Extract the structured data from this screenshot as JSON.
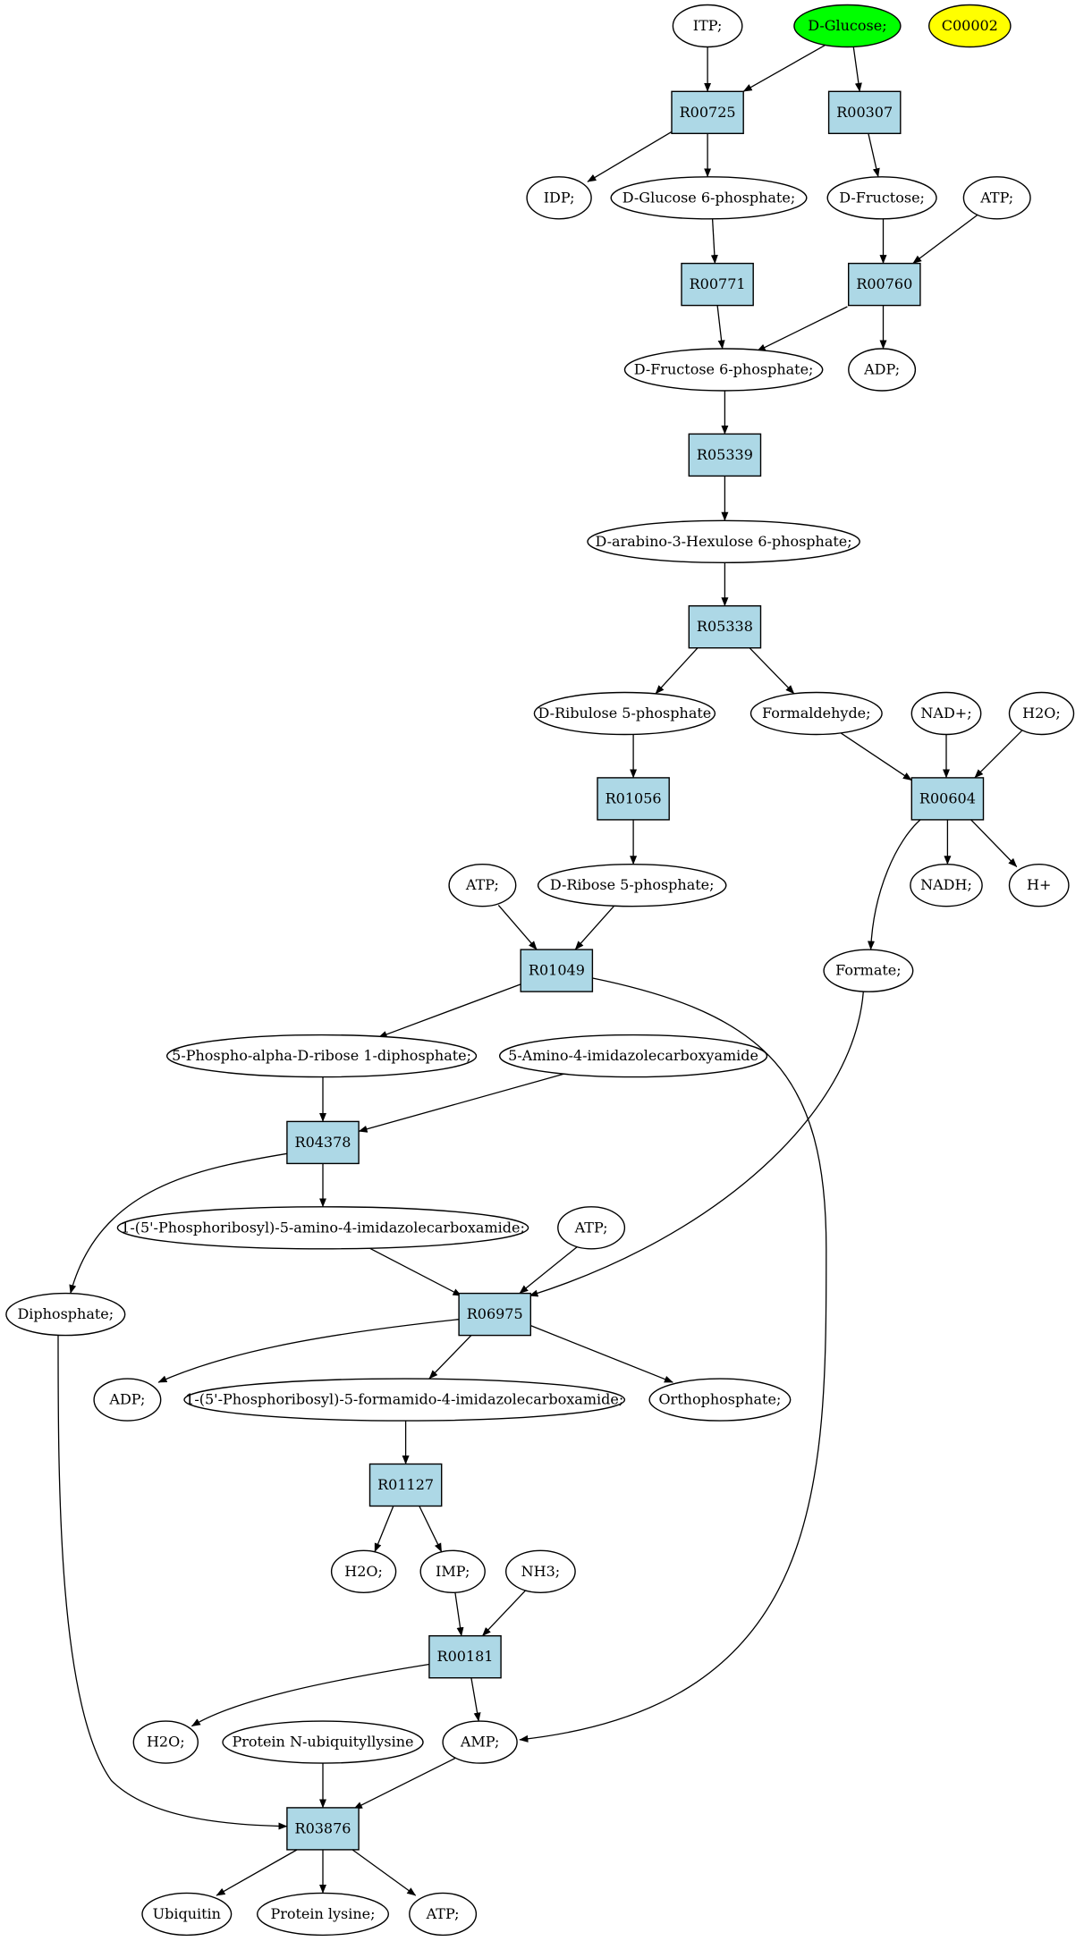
{
  "diagram": {
    "compounds": {
      "itp": "ITP;",
      "glucose": "D-Glucose;",
      "c00002": "C00002",
      "idp": "IDP;",
      "g6p": "D-Glucose 6-phosphate;",
      "fructose": "D-Fructose;",
      "atp1": "ATP;",
      "f6p": "D-Fructose 6-phosphate;",
      "adp1": "ADP;",
      "hexulose": "D-arabino-3-Hexulose 6-phosphate;",
      "ribulose": "D-Ribulose 5-phosphate",
      "formaldehyde": "Formaldehyde;",
      "nad": "NAD+;",
      "h2o1": "H2O;",
      "atp2": "ATP;",
      "ribose5p": "D-Ribose 5-phosphate;",
      "nadh": "NADH;",
      "hplus": "H+",
      "formate": "Formate;",
      "prpp": "5-Phospho-alpha-D-ribose 1-diphosphate;",
      "aica": "5-Amino-4-imidazolecarboxyamide",
      "aicar": "1-(5'-Phosphoribosyl)-5-amino-4-imidazolecarboxamide;",
      "atp3": "ATP;",
      "diphosphate": "Diphosphate;",
      "adp2": "ADP;",
      "faicar": "1-(5'-Phosphoribosyl)-5-formamido-4-imidazolecarboxamide;",
      "orthophosphate": "Orthophosphate;",
      "h2o2": "H2O;",
      "imp": "IMP;",
      "nh3": "NH3;",
      "h2o3": "H2O;",
      "ubiquityllysine": "Protein N-ubiquityllysine",
      "amp": "AMP;",
      "ubiquitin": "Ubiquitin",
      "lysine": "Protein lysine;",
      "atp4": "ATP;"
    },
    "reactions": {
      "R00725": "R00725",
      "R00307": "R00307",
      "R00771": "R00771",
      "R00760": "R00760",
      "R05339": "R05339",
      "R05338": "R05338",
      "R01056": "R01056",
      "R00604": "R00604",
      "R01049": "R01049",
      "R04378": "R04378",
      "R06975": "R06975",
      "R01127": "R01127",
      "R00181": "R00181",
      "R03876": "R03876"
    },
    "colors": {
      "reaction_fill": "#add8e6",
      "start_fill": "#00ff00",
      "highlight_fill": "#ffff00",
      "compound_fill": "#ffffff"
    }
  }
}
